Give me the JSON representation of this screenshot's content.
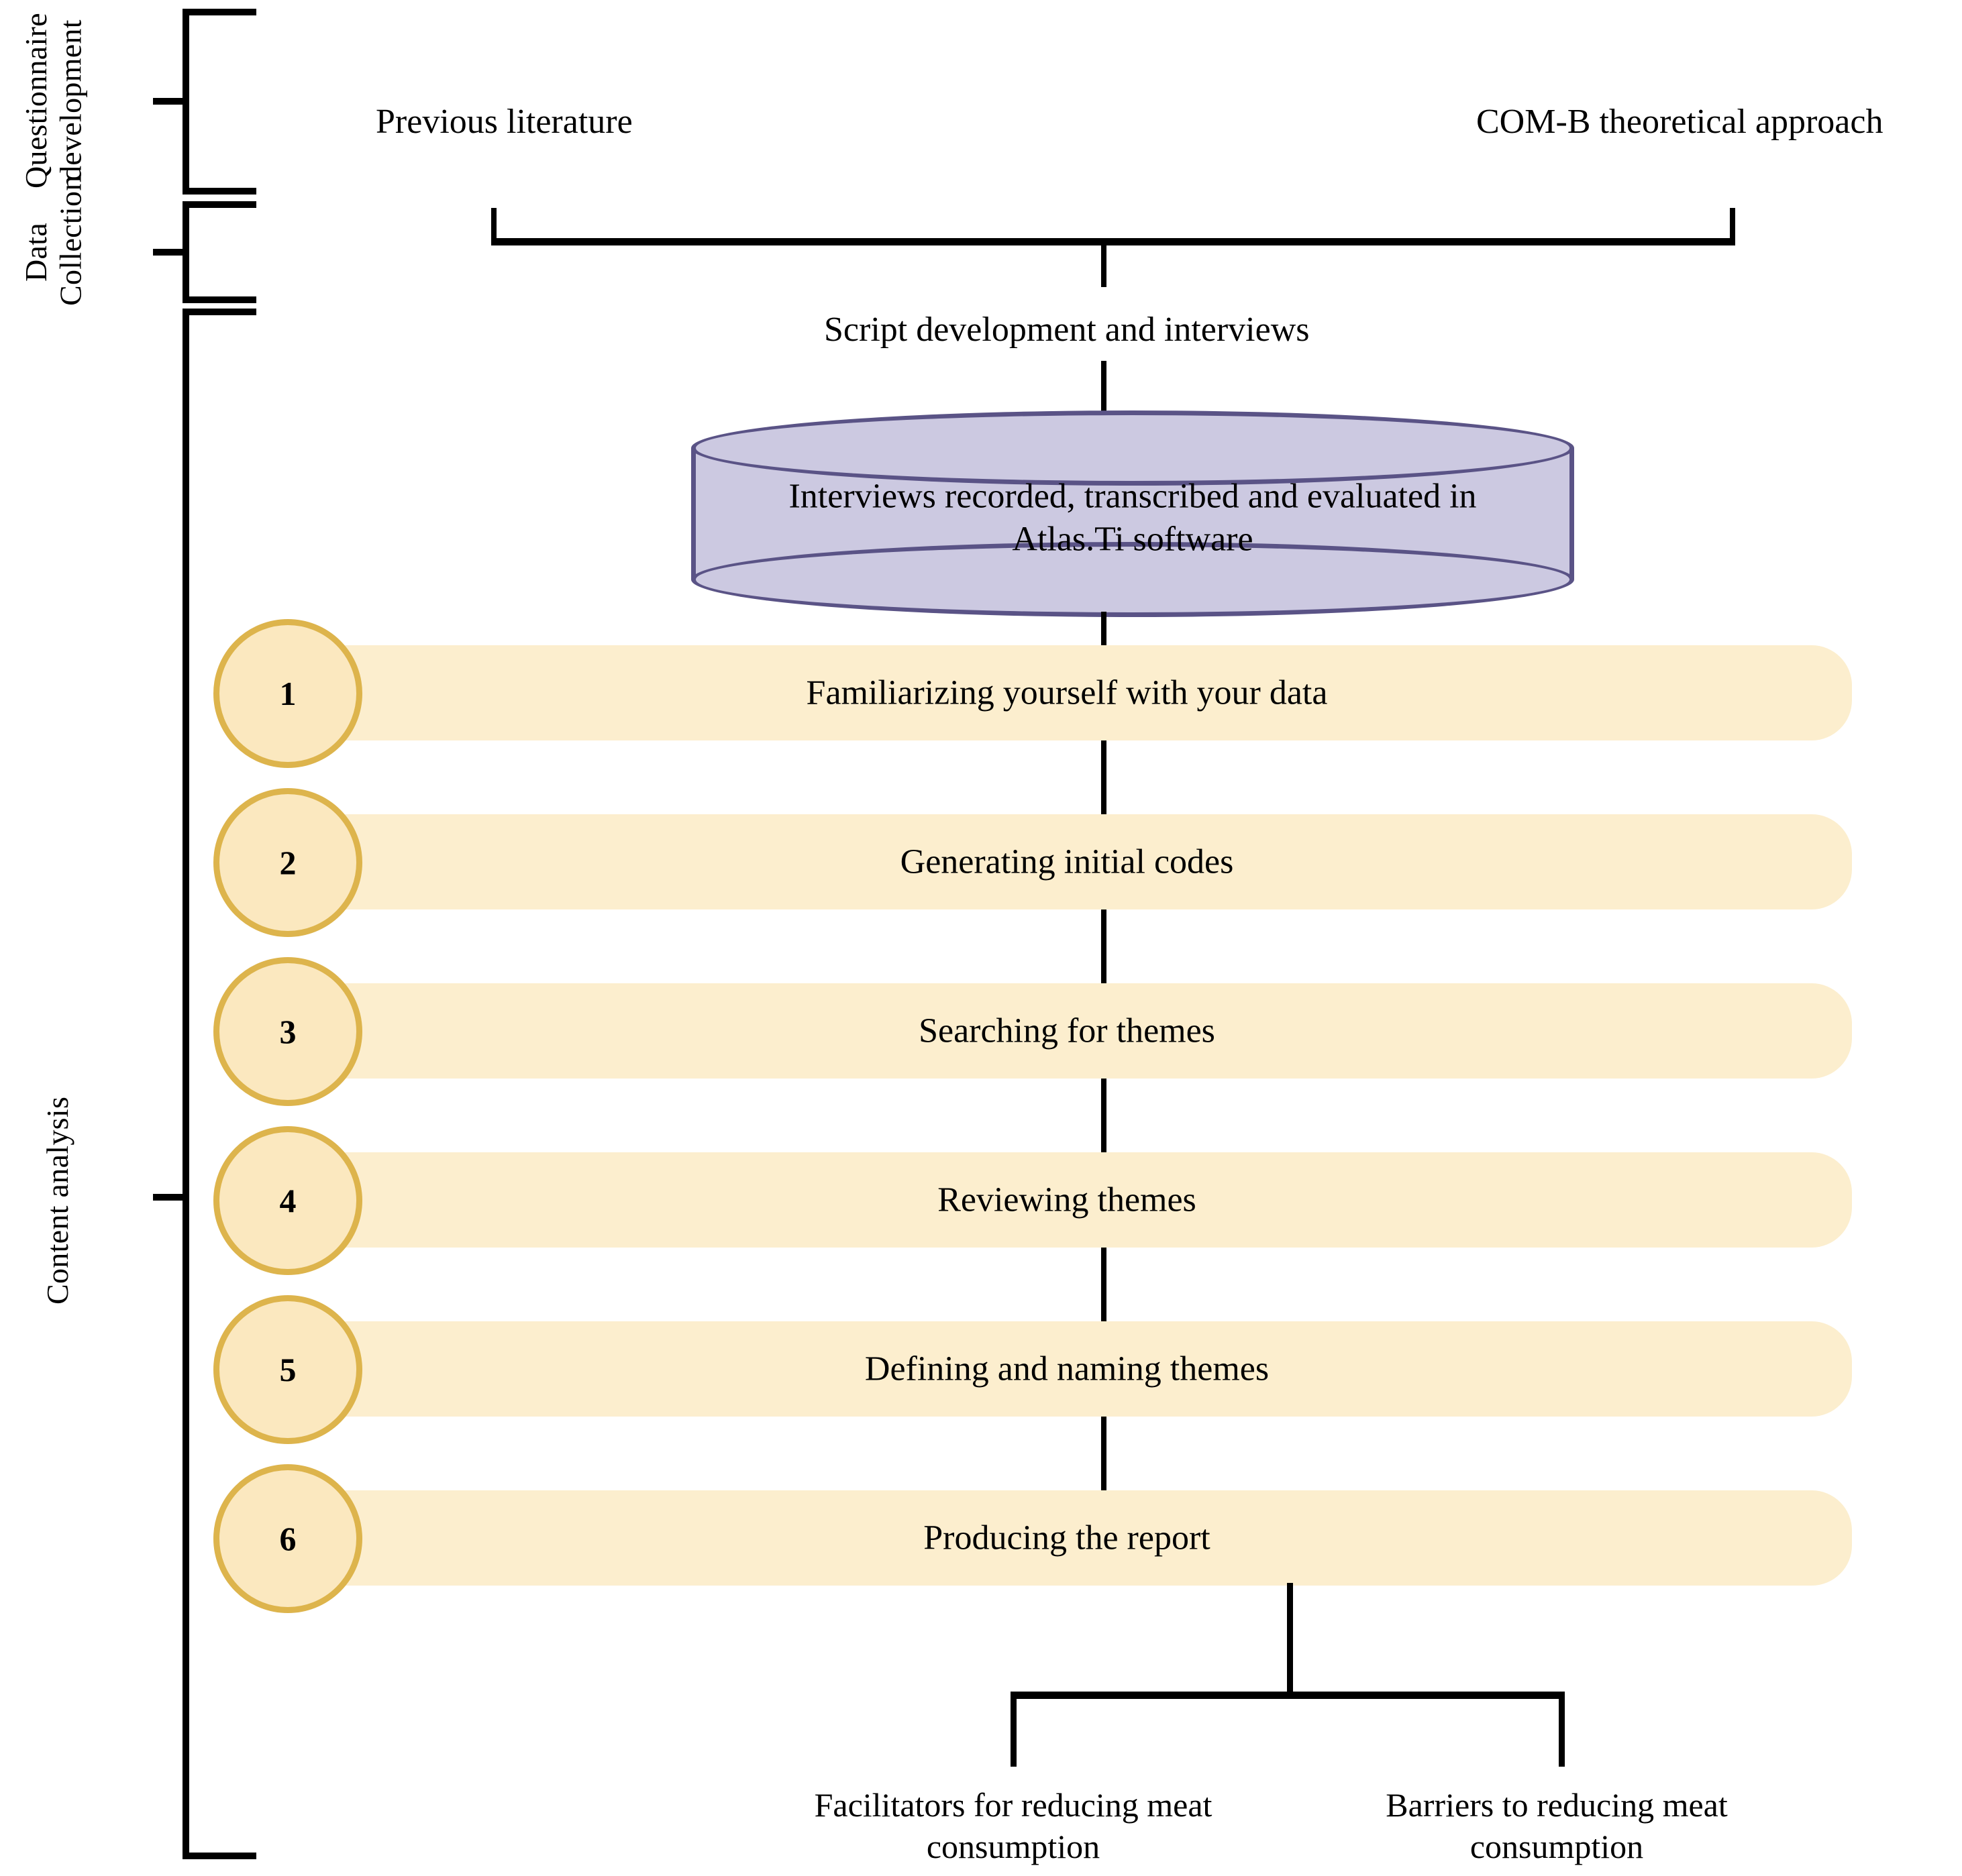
{
  "stages": [
    {
      "label": "Questionnaire\ndevelopment"
    },
    {
      "label": "Data\nCollection"
    },
    {
      "label": "Content analysis"
    }
  ],
  "inputs": {
    "left": "Previous literature",
    "right": "COM-B theoretical approach"
  },
  "data_collection": {
    "script_label": "Script development and interviews",
    "database_text": "Interviews recorded, transcribed and evaluated in Atlas.Ti software"
  },
  "steps": [
    {
      "number": "1",
      "label": "Familiarizing yourself with your data"
    },
    {
      "number": "2",
      "label": "Generating initial codes"
    },
    {
      "number": "3",
      "label": "Searching for themes"
    },
    {
      "number": "4",
      "label": "Reviewing themes"
    },
    {
      "number": "5",
      "label": "Defining and naming themes"
    },
    {
      "number": "6",
      "label": "Producing the report"
    }
  ],
  "outcomes": [
    {
      "label": "Facilitators for  reducing meat consumption"
    },
    {
      "label": "Barriers to reducing meat consumption"
    }
  ],
  "colors": {
    "bar_fill": "#fceece",
    "circle_fill": "#fbe8bf",
    "circle_border": "#ddb44c",
    "cylinder_fill": "#ccc9e1",
    "cylinder_border": "#5a5386",
    "line": "#000000"
  }
}
